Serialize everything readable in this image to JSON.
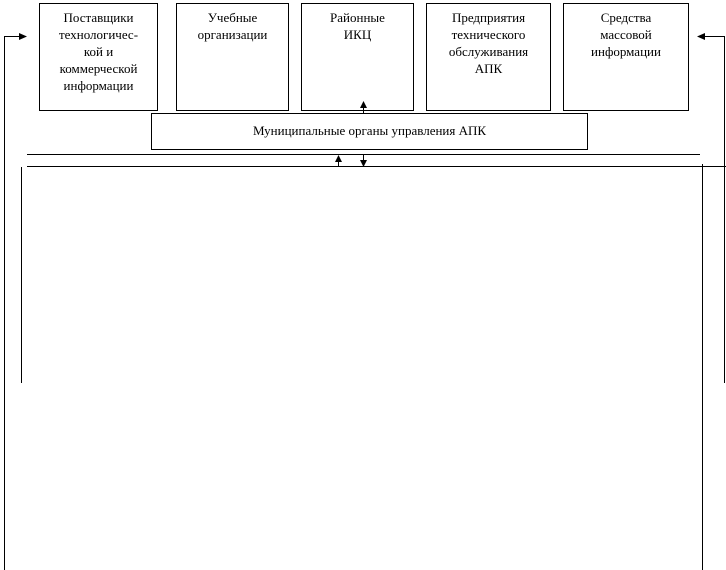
{
  "boxes": [
    {
      "id": "suppliers",
      "label": "Поставщики\nтехнологичес-\nкой и\nкоммерческой\nинформации"
    },
    {
      "id": "education",
      "label": "Учебные\nорганизации"
    },
    {
      "id": "ikc",
      "label": "Районные\nИКЦ"
    },
    {
      "id": "tech",
      "label": "Предприятия\nтехнического\nобслуживания\nАПК"
    },
    {
      "id": "media",
      "label": "Средства\nмассовой\nинформации"
    }
  ],
  "municipal": {
    "label": "Муниципальные органы управления АПК"
  }
}
